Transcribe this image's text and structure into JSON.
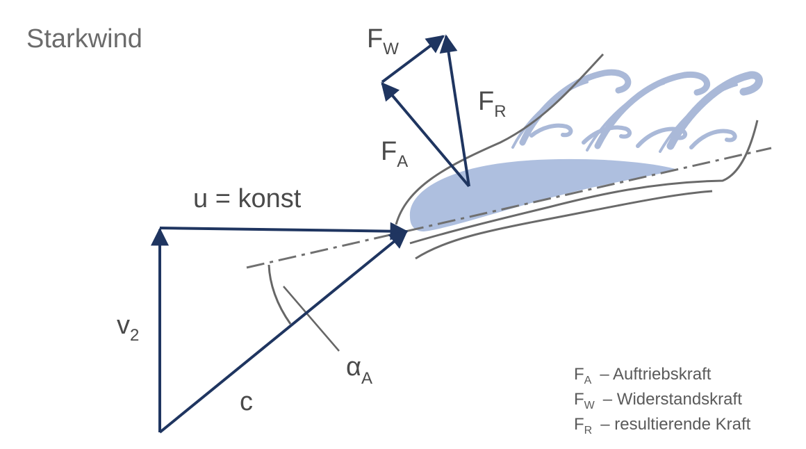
{
  "title": "Starkwind",
  "labels": {
    "u_main": "u = konst",
    "v_main": "v",
    "v_sub": "2",
    "c": "c",
    "alpha_main": "α",
    "alpha_sub": "A",
    "fw_main": "F",
    "fw_sub": "W",
    "fr_main": "F",
    "fr_sub": "R",
    "fa_main": "F",
    "fa_sub": "A"
  },
  "legend": [
    {
      "sym": "F",
      "sub": "A",
      "text": "– Auftriebskraft"
    },
    {
      "sym": "F",
      "sub": "W",
      "text": "– Widerstandskraft"
    },
    {
      "sym": "F",
      "sub": "R",
      "text": "– resultierende Kraft"
    }
  ],
  "colors": {
    "vector": "#1f3560",
    "airfoil": "#aebfdf",
    "wake": "#aab9d8",
    "flowline": "#6a6a6a",
    "text": "#4a4a4a"
  }
}
